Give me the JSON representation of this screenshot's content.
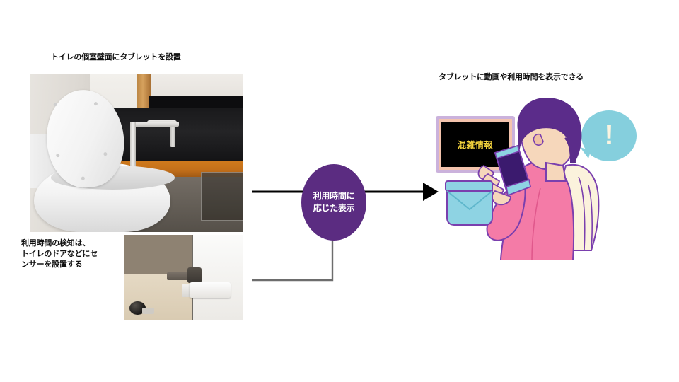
{
  "slide": {
    "background_color": "#ffffff",
    "title_hidden": ""
  },
  "captions": {
    "tablet_install": "トイレの個室壁面にタブレットを設置",
    "display_capability": "タブレットに動画や利用時間を表示できる",
    "sensor_install": "利用時間の検知は、\nトイレのドアなどにセ\nンサーを設置する"
  },
  "process_node": {
    "label": "利用時間に\n応じた表示",
    "fill_color": "#5b2c81",
    "text_color": "#ffffff"
  },
  "photos": {
    "toilet": {
      "name": "toilet-stall-photo",
      "alt": "トイレの個室の写真"
    },
    "door_sensor": {
      "name": "door-sensor-photo",
      "alt": "トイレのドアに設置したセンサーの写真"
    }
  },
  "illustration": {
    "monitor": {
      "screen_text": "混雑情報",
      "screen_text_color": "#f2d23c",
      "screen_background": "#000000",
      "bezel_color": "#f3c3ad",
      "frame_color": "#cbb2dc"
    },
    "speech_bubble": {
      "symbol": "!",
      "fill_color": "#85cfdd",
      "symbol_color": "#fbf4e0"
    },
    "person": {
      "hair_color": "#5b2c8a",
      "skin_color": "#f6d7bb",
      "shirt_color": "#f47ba7",
      "backpack_color": "#fbf2dc",
      "phone_color": "#3b1a6e",
      "bag_color": "#8ed3e3"
    }
  },
  "connectors": {
    "main_arrow_color": "#000000",
    "elbow_color": "#6d6d6d"
  },
  "icons": {
    "arrow_right": "arrow-right-icon",
    "exclamation": "exclamation-icon"
  }
}
